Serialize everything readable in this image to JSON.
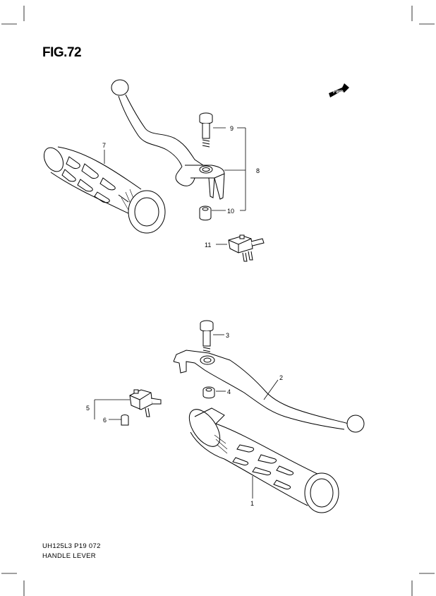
{
  "figure": {
    "title": "FIG.72"
  },
  "footer": {
    "code": "UH125L3 P19  072",
    "name": "HANDLE LEVER"
  },
  "badge": {
    "label": "FWD"
  },
  "callouts": [
    {
      "id": "9",
      "label": "9"
    },
    {
      "id": "8",
      "label": "8"
    },
    {
      "id": "10",
      "label": "10"
    },
    {
      "id": "7",
      "label": "7"
    },
    {
      "id": "11",
      "label": "11"
    },
    {
      "id": "3",
      "label": "3"
    },
    {
      "id": "2",
      "label": "2"
    },
    {
      "id": "4",
      "label": "4"
    },
    {
      "id": "5",
      "label": "5"
    },
    {
      "id": "6",
      "label": "6"
    },
    {
      "id": "1",
      "label": "1"
    }
  ]
}
